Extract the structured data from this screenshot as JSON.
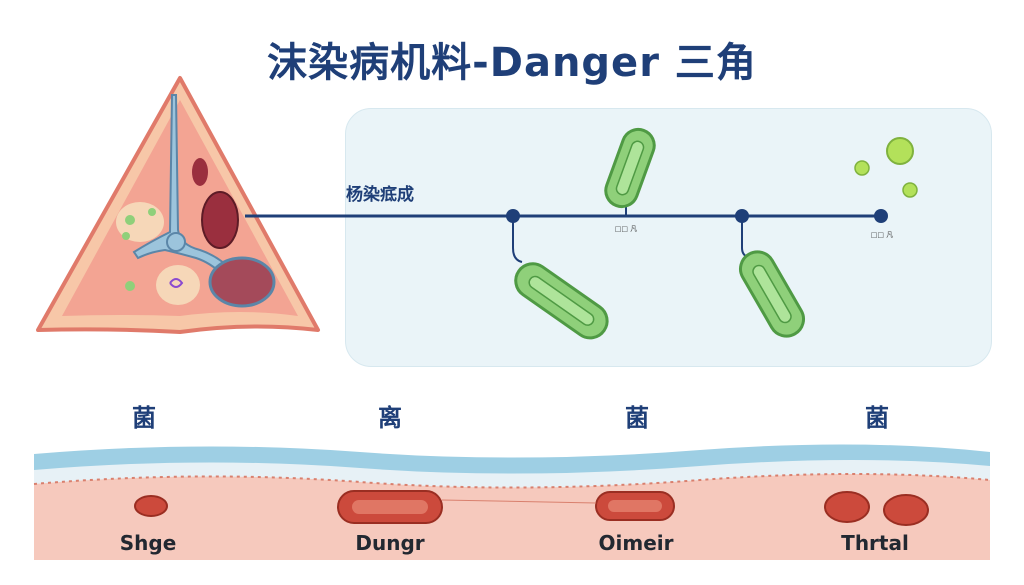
{
  "title": "沫染病机料-Danger 三角",
  "pathway": {
    "label": "杨染疷成",
    "node_captions": [
      "□□ 凡",
      "□□ 凡"
    ]
  },
  "tissue": {
    "top_labels": [
      "菌",
      "离",
      "菌",
      "菌"
    ],
    "bottom_labels": [
      "Shge",
      "Dungr",
      "Oimeir",
      "Thrtal"
    ]
  },
  "colors": {
    "title": "#1f3f78",
    "triangle_border": "#e07a6a",
    "triangle_fill": "#f5b6a4",
    "bacteria": "#8fd07a",
    "tissue_band": "#f6c9bd",
    "blood_cell": "#cc4a3c"
  }
}
